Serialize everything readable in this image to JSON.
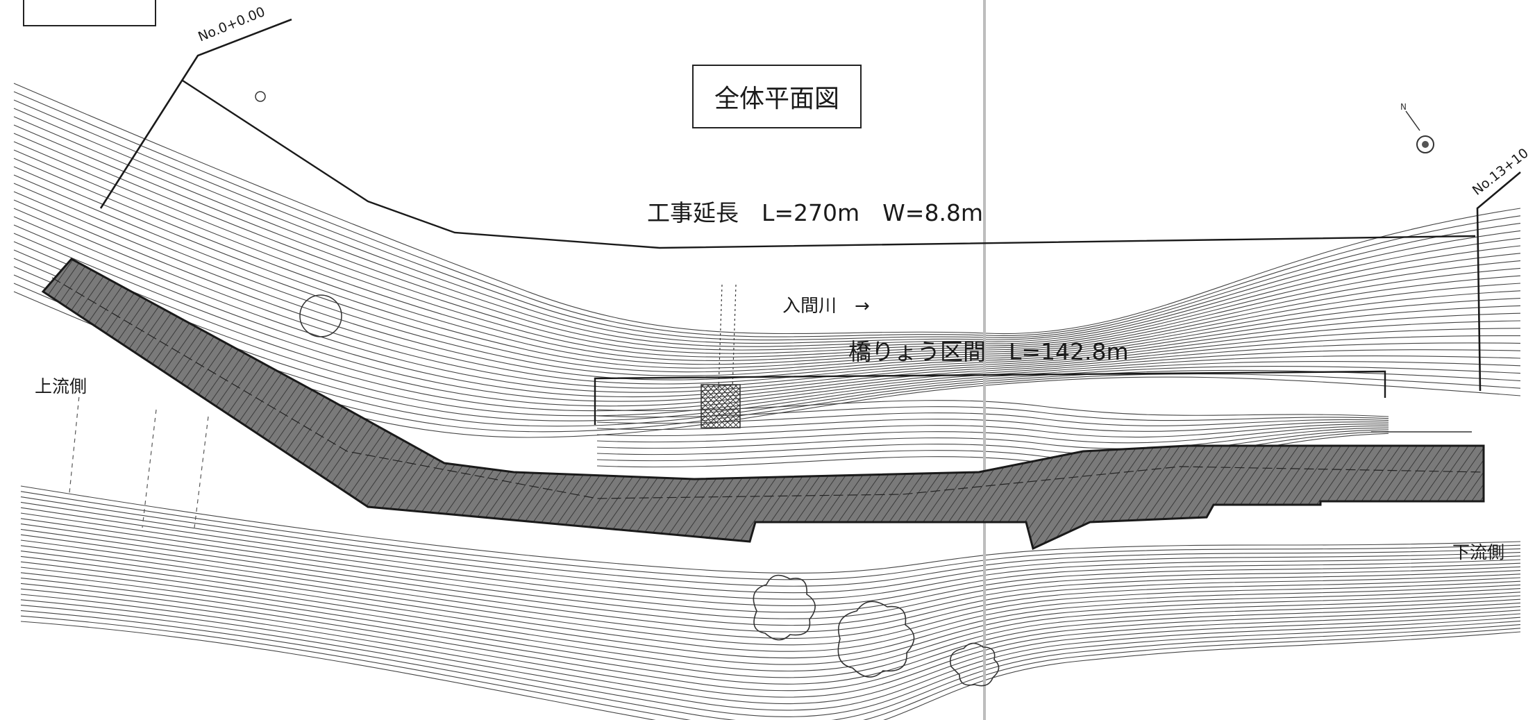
{
  "plan": {
    "title": "全体平面図",
    "construction_length": "工事延長　L=270m　W=8.8m",
    "bridge_section": "橋りょう区間　L=142.8m",
    "river_label": "入間川　→",
    "upstream_label": "上流側",
    "downstream_label": "下流側",
    "station_start": "No.0+0.00",
    "station_end": "No.13+10"
  },
  "colors": {
    "ink": "#1a1a1a",
    "road_fill": "#6f6f6f",
    "road_hatch": "#3a3a3a",
    "contour": "#444444",
    "paper": "#ffffff"
  },
  "icons": {
    "north_arrow": "compass-north-icon"
  }
}
